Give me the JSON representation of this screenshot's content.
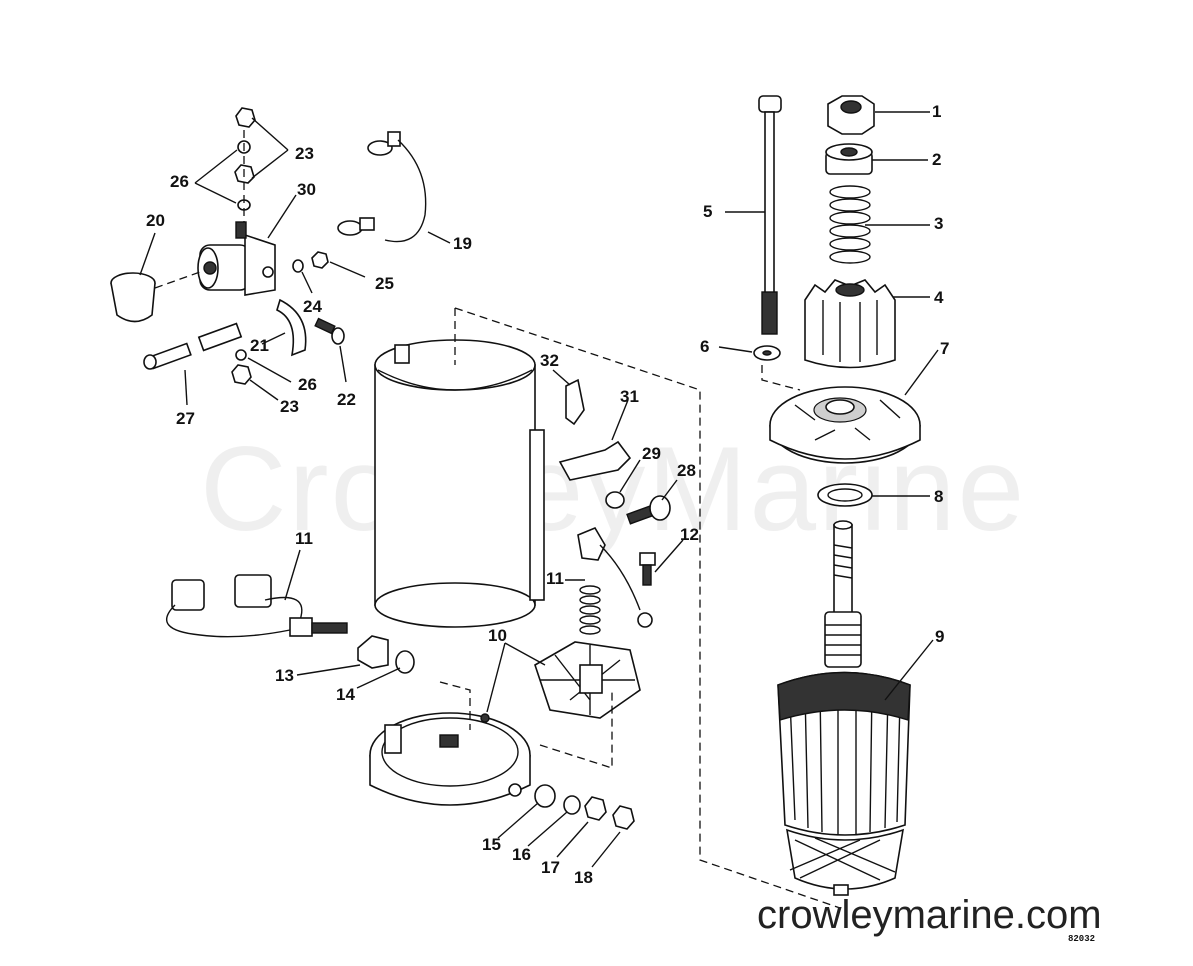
{
  "watermark": "CrowleyMarine",
  "site": "crowleymarine.com",
  "diagram_code": "82032",
  "callouts": [
    {
      "id": "1",
      "text": "1"
    },
    {
      "id": "2",
      "text": "2"
    },
    {
      "id": "3",
      "text": "3"
    },
    {
      "id": "4",
      "text": "4"
    },
    {
      "id": "5",
      "text": "5"
    },
    {
      "id": "6",
      "text": "6"
    },
    {
      "id": "7",
      "text": "7"
    },
    {
      "id": "8",
      "text": "8"
    },
    {
      "id": "9",
      "text": "9"
    },
    {
      "id": "10",
      "text": "10"
    },
    {
      "id": "11a",
      "text": "11"
    },
    {
      "id": "11b",
      "text": "11"
    },
    {
      "id": "12",
      "text": "12"
    },
    {
      "id": "13",
      "text": "13"
    },
    {
      "id": "14",
      "text": "14"
    },
    {
      "id": "15",
      "text": "15"
    },
    {
      "id": "16",
      "text": "16"
    },
    {
      "id": "17",
      "text": "17"
    },
    {
      "id": "18",
      "text": "18"
    },
    {
      "id": "19",
      "text": "19"
    },
    {
      "id": "20",
      "text": "20"
    },
    {
      "id": "21",
      "text": "21"
    },
    {
      "id": "22",
      "text": "22"
    },
    {
      "id": "23a",
      "text": "23"
    },
    {
      "id": "23b",
      "text": "23"
    },
    {
      "id": "24",
      "text": "24"
    },
    {
      "id": "25",
      "text": "25"
    },
    {
      "id": "26a",
      "text": "26"
    },
    {
      "id": "26b",
      "text": "26"
    },
    {
      "id": "27",
      "text": "27"
    },
    {
      "id": "28",
      "text": "28"
    },
    {
      "id": "29",
      "text": "29"
    },
    {
      "id": "30",
      "text": "30"
    },
    {
      "id": "31",
      "text": "31"
    },
    {
      "id": "32",
      "text": "32"
    }
  ]
}
